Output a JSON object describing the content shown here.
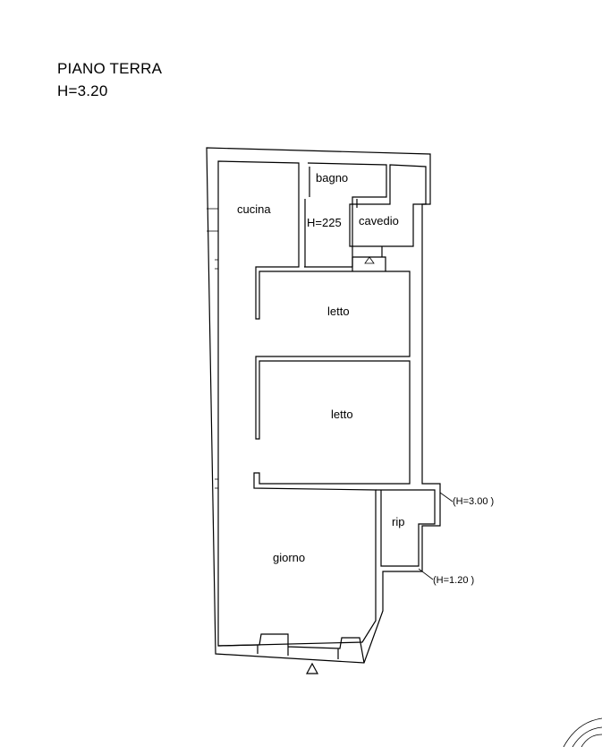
{
  "header": {
    "floor": "PIANO TERRA",
    "height": "H=3.20"
  },
  "rooms": {
    "cucina": "cucina",
    "bagno": "bagno",
    "bagno_height": "H=225",
    "cavedio": "cavedio",
    "letto_1": "letto",
    "letto_2": "letto",
    "rip": "rip",
    "giorno": "giorno"
  },
  "annotations": {
    "h300": "(H=3.00 )",
    "h120": "(H=1.20 )"
  }
}
